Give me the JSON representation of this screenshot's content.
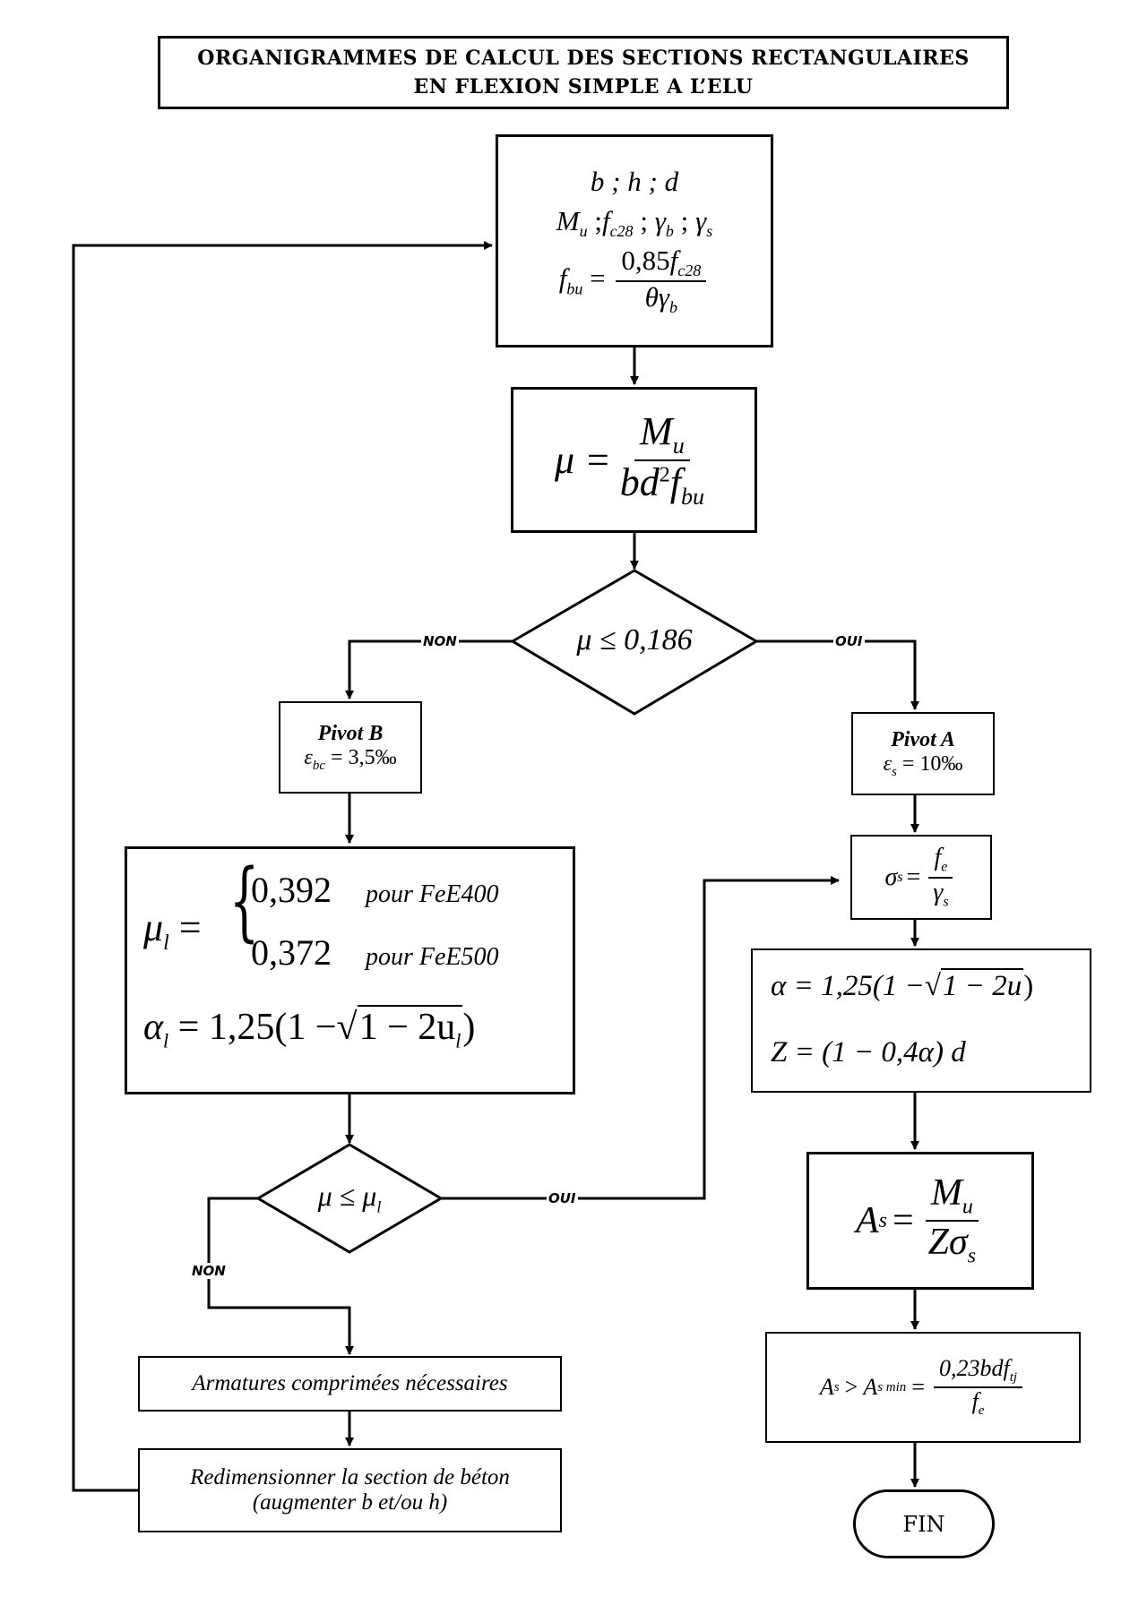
{
  "title": {
    "line1": "ORGANIGRAMMES DE CALCUL DES SECTIONS RECTANGULAIRES",
    "line2": "EN FLEXION SIMPLE A L’ELU"
  },
  "inputs": {
    "line1": "b ; h ; d",
    "mu_sym": "M",
    "mu_sub": "u",
    "sep": ";",
    "fc_sym": "f",
    "fc_sub": "c28",
    "gb_sym": "γ",
    "gb_sub": "b",
    "gs_sym": "γ",
    "gs_sub": "s",
    "fbu_sym": "f",
    "fbu_sub": "bu",
    "fbu_num": "0,85",
    "fbu_den": "θγ",
    "fbu_den_sub": "b"
  },
  "mu_calc": {
    "lhs": "μ =",
    "num": "M",
    "num_sub": "u",
    "den": "bd",
    "den_sup": "2",
    "den_f": "f",
    "den_sub": "bu"
  },
  "decision1": {
    "label": "μ ≤ 0,186",
    "no": "NON",
    "yes": "OUI"
  },
  "pivot_b": {
    "title": "Pivot B",
    "eps": "ε",
    "eps_sub": "bc",
    "value": "= 3,5‰"
  },
  "pivot_a": {
    "title": "Pivot A",
    "eps": "ε",
    "eps_sub": "s",
    "value": "= 10‰"
  },
  "mu_limit": {
    "lhs": "μ",
    "lhs_sub": "l",
    "val1": "0,392",
    "txt1": "pour FeE400",
    "val2": "0,372",
    "txt2": "pour FeE500",
    "alpha": "α",
    "alpha_sub": "l",
    "alpha_eq": "= 1,25(1 −",
    "alpha_rad": "1 − 2u",
    "alpha_rad_sub": "l",
    "alpha_close": ")"
  },
  "decision2": {
    "lhs": "μ ≤ μ",
    "lhs_sub": "l",
    "no": "NON",
    "yes": "OUI"
  },
  "armatures": {
    "label": "Armatures comprimées nécessaires"
  },
  "redim": {
    "line1": "Redimensionner la section de béton",
    "line2": "(augmenter b et/ou h)"
  },
  "sigma": {
    "lhs": "σ",
    "lhs_sub": "s",
    "eq": "=",
    "num": "f",
    "num_sub": "e",
    "den": "γ",
    "den_sub": "s"
  },
  "alpha_z": {
    "a_lhs": "α = 1,25(1 −",
    "a_rad": "1 − 2u",
    "a_close": ")",
    "z": "Z = (1 − 0,4α) d"
  },
  "as_calc": {
    "lhs": "A",
    "lhs_sub": "s",
    "eq": "=",
    "num": "M",
    "num_sub": "u",
    "den": "Zσ",
    "den_sub": "s"
  },
  "asmin": {
    "lhs": "A",
    "lhs_sub": "s",
    "gt": ">",
    "rhs": "A",
    "rhs_sub": "s min",
    "eq": "=",
    "num": "0,23bdf",
    "num_sub": "tj",
    "den": "f",
    "den_sub": "e"
  },
  "end": {
    "label": "FIN"
  }
}
